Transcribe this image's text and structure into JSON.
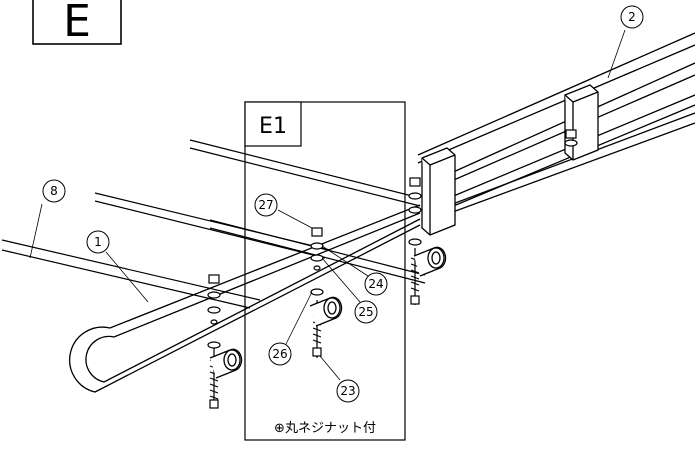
{
  "step_label": "E",
  "substep_label": "E1",
  "note": "⊕丸ネジナット付",
  "callouts": {
    "c1": "1",
    "c2": "2",
    "c8": "8",
    "c23": "23",
    "c24": "24",
    "c25": "25",
    "c26": "26",
    "c27": "27"
  }
}
